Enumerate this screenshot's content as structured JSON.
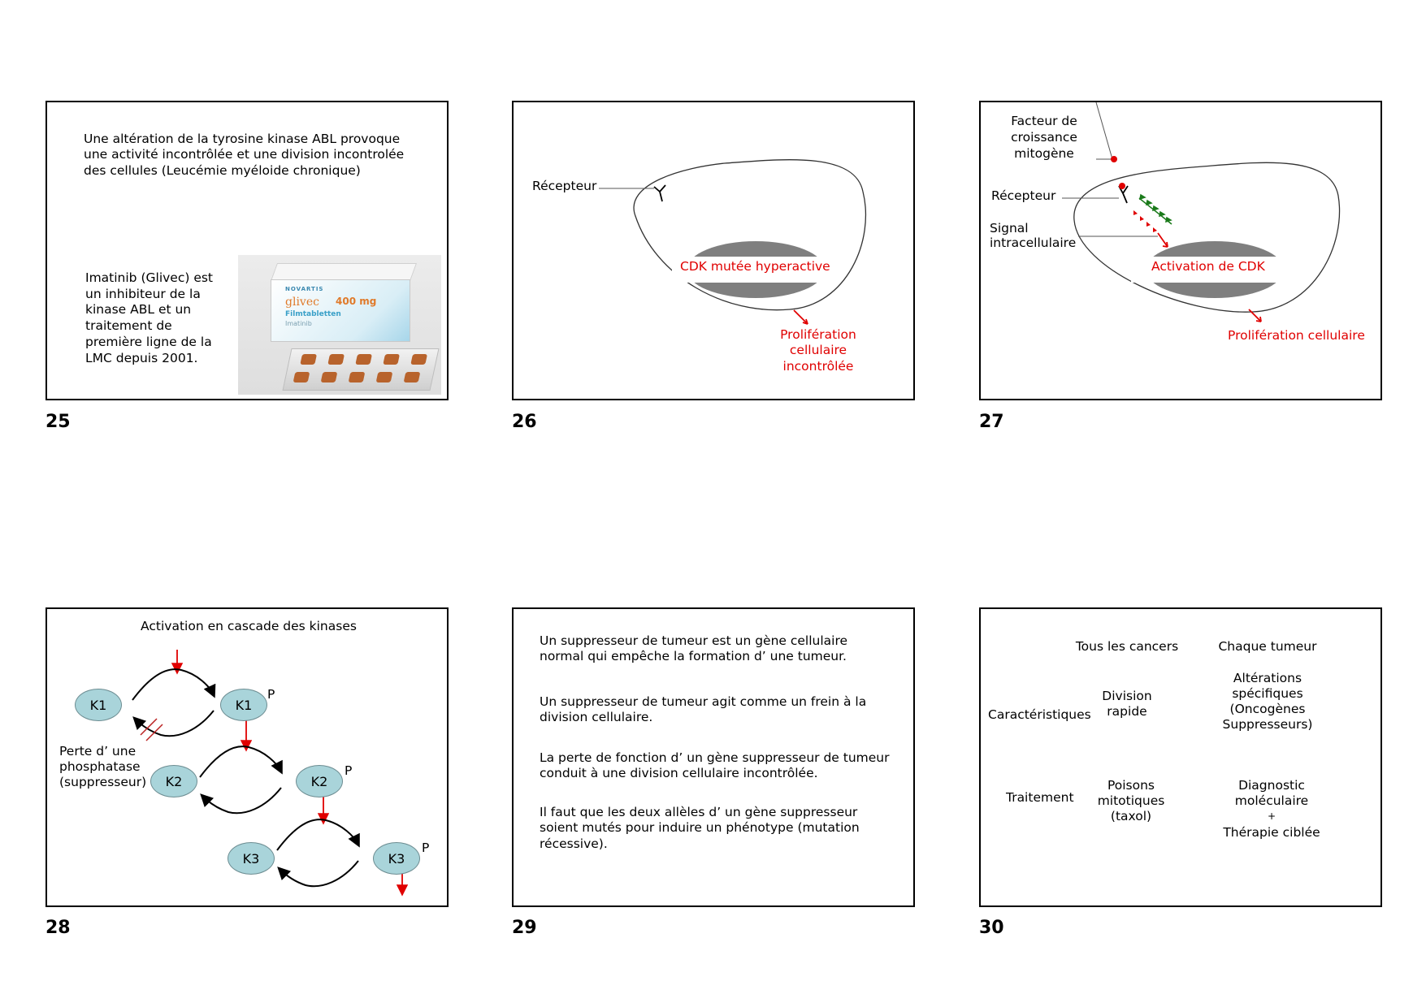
{
  "slide_numbers": [
    "25",
    "26",
    "27",
    "28",
    "29",
    "30"
  ],
  "slide25": {
    "intro": [
      "Une altération de la tyrosine kinase ABL provoque",
      "une activité incontrôlée et une division incontrolée",
      "des cellules (Leucémie myéloide chronique)"
    ],
    "body": [
      "Imatinib (Glivec) est",
      "un inhibiteur de la",
      "kinase ABL et un",
      "traitement de",
      "première ligne de la",
      "LMC depuis 2001."
    ],
    "photo": {
      "brand": "NOVARTIS",
      "name": "glivec",
      "dose": "400 mg",
      "sub1": "Filmtabletten",
      "sub2": "Imatinib"
    }
  },
  "slide26": {
    "receptor": "Récepteur",
    "cdk": "CDK mutée hyperactive",
    "prolif": [
      "Prolifération",
      "cellulaire",
      "incontrôlée"
    ]
  },
  "slide27": {
    "facteur": [
      "Facteur de",
      "croissance",
      "mitogène"
    ],
    "receptor": "Récepteur",
    "signal": [
      "Signal",
      "intracellulaire"
    ],
    "cdk": "Activation de CDK",
    "prolif": "Prolifération cellulaire"
  },
  "slide28": {
    "title": "Activation en cascade des kinases",
    "k1": "K1",
    "k2": "K2",
    "k3": "K3",
    "p": "P",
    "phosphatase": [
      "Perte d’ une",
      "phosphatase",
      "(suppresseur)"
    ]
  },
  "slide29": {
    "p1": [
      "Un suppresseur de tumeur est un gène cellulaire",
      "normal qui empêche la formation d’ une tumeur."
    ],
    "p2": [
      "Un suppresseur de tumeur agit comme un frein à la",
      "division cellulaire."
    ],
    "p3": [
      "La perte de fonction d’ un gène suppresseur de tumeur",
      "conduit à une division cellulaire incontrôlée."
    ],
    "p4": [
      "Il faut que les deux allèles d’ un gène suppresseur",
      "soient mutés pour induire un phénotype (mutation",
      "récessive)."
    ]
  },
  "slide30": {
    "col1": "Tous les cancers",
    "col2": "Chaque tumeur",
    "row1": "Caractéristiques",
    "row2": "Traitement",
    "c11": [
      "Division",
      "rapide"
    ],
    "c12": [
      "Altérations",
      "spécifiques",
      "(Oncogènes",
      "Suppresseurs)"
    ],
    "c21": [
      "Poisons",
      "mitotiques",
      "(taxol)"
    ],
    "c22": [
      "Diagnostic",
      "moléculaire",
      "+",
      "Thérapie ciblée"
    ]
  },
  "colors": {
    "accent_red": "#e00000",
    "pill_fill": "#a9d4da",
    "nucleus_gray": "#7f7f7f",
    "signal_green": "#1a7a1a"
  }
}
